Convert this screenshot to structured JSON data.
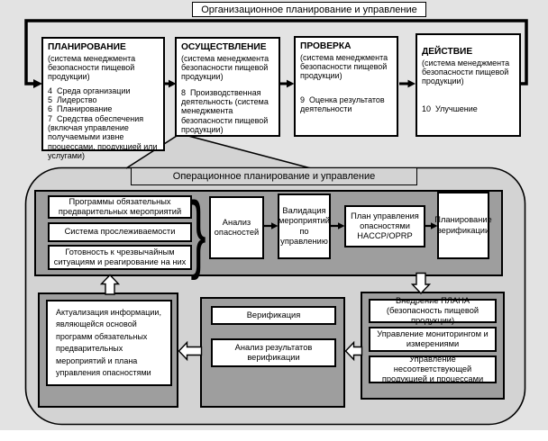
{
  "titles": {
    "organizational": "Организационное планирование и управление",
    "operational": "Операционное планирование и управление"
  },
  "pdca": [
    {
      "title": "ПЛАНИРОВАНИЕ",
      "subtitle": "(система менеджмента безопасности пищевой продукции)",
      "body": "4  Среда организации\n5  Лидерство\n6  Планирование\n7  Средства обеспечения\n(включая управление получаемыми извне процессами, продукцией или услугами)"
    },
    {
      "title": "ОСУЩЕСТВЛЕНИЕ",
      "subtitle": "(система менеджмента безопасности пищевой продукции)",
      "body": "8  Производственная деятельность (система менеджмента безопасности пищевой продукции)"
    },
    {
      "title": "ПРОВЕРКА",
      "subtitle": "(система менеджмента безопасности пищевой продукции)",
      "body": "9  Оценка результатов деятельности"
    },
    {
      "title": "ДЕЙСТВИЕ",
      "subtitle": "(система менеджмента безопасности пищевой продукции)",
      "body": "10  Улучшение"
    }
  ],
  "operational": {
    "prp_programs": "Программы обязательных предварительных мероприятий",
    "traceability": "Система прослеживаемости",
    "emergency": "Готовность к чрезвычайным ситуациям и реагирование на них",
    "hazard_analysis": "Анализ опасностей",
    "validation": "Валидация мероприятий по управлению",
    "haccp_plan": "План управления опасностями HACCP/OPRP",
    "verification_planning": "Планирование верификации",
    "verification": "Верификация",
    "verification_analysis": "Анализ результатов верификации",
    "plan_implementation": "Внедрение ПЛАНА (безопасность пищевой продукции)",
    "monitoring": "Управление мониторингом и измерениями",
    "nonconforming": "Управление несоответствующей продукцией и процессами",
    "update_info": "Актуализация информации, являющейся основой программ обязательных предварительных мероприятий и плана управления опасностями",
    "brace_glyph": "}"
  },
  "colors": {
    "page-bg": "#e3e3e3",
    "panel-bg": "#d3d3d3",
    "group-bg": "#9e9e9e",
    "box-bg": "#ffffff",
    "line": "#000000"
  }
}
